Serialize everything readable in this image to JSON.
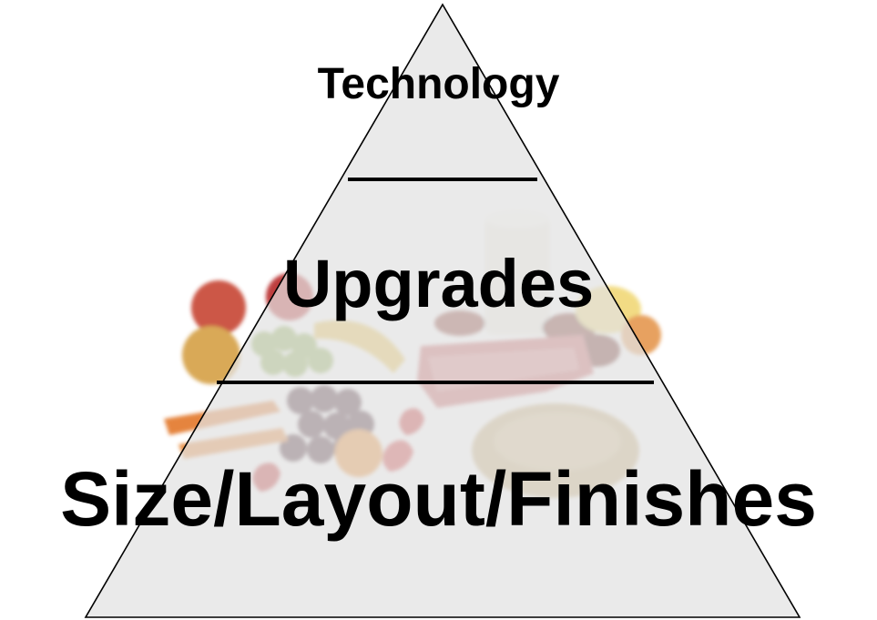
{
  "diagram": {
    "type": "pyramid",
    "tiers": [
      {
        "label": "Technology"
      },
      {
        "label": "Upgrades"
      },
      {
        "label": "Size/Layout/Finishes"
      }
    ],
    "background_image": "food-pyramid-photo",
    "colors": {
      "pyramid_fill": "#e2e2e2",
      "outline": "#000000",
      "text": "#000000"
    }
  }
}
